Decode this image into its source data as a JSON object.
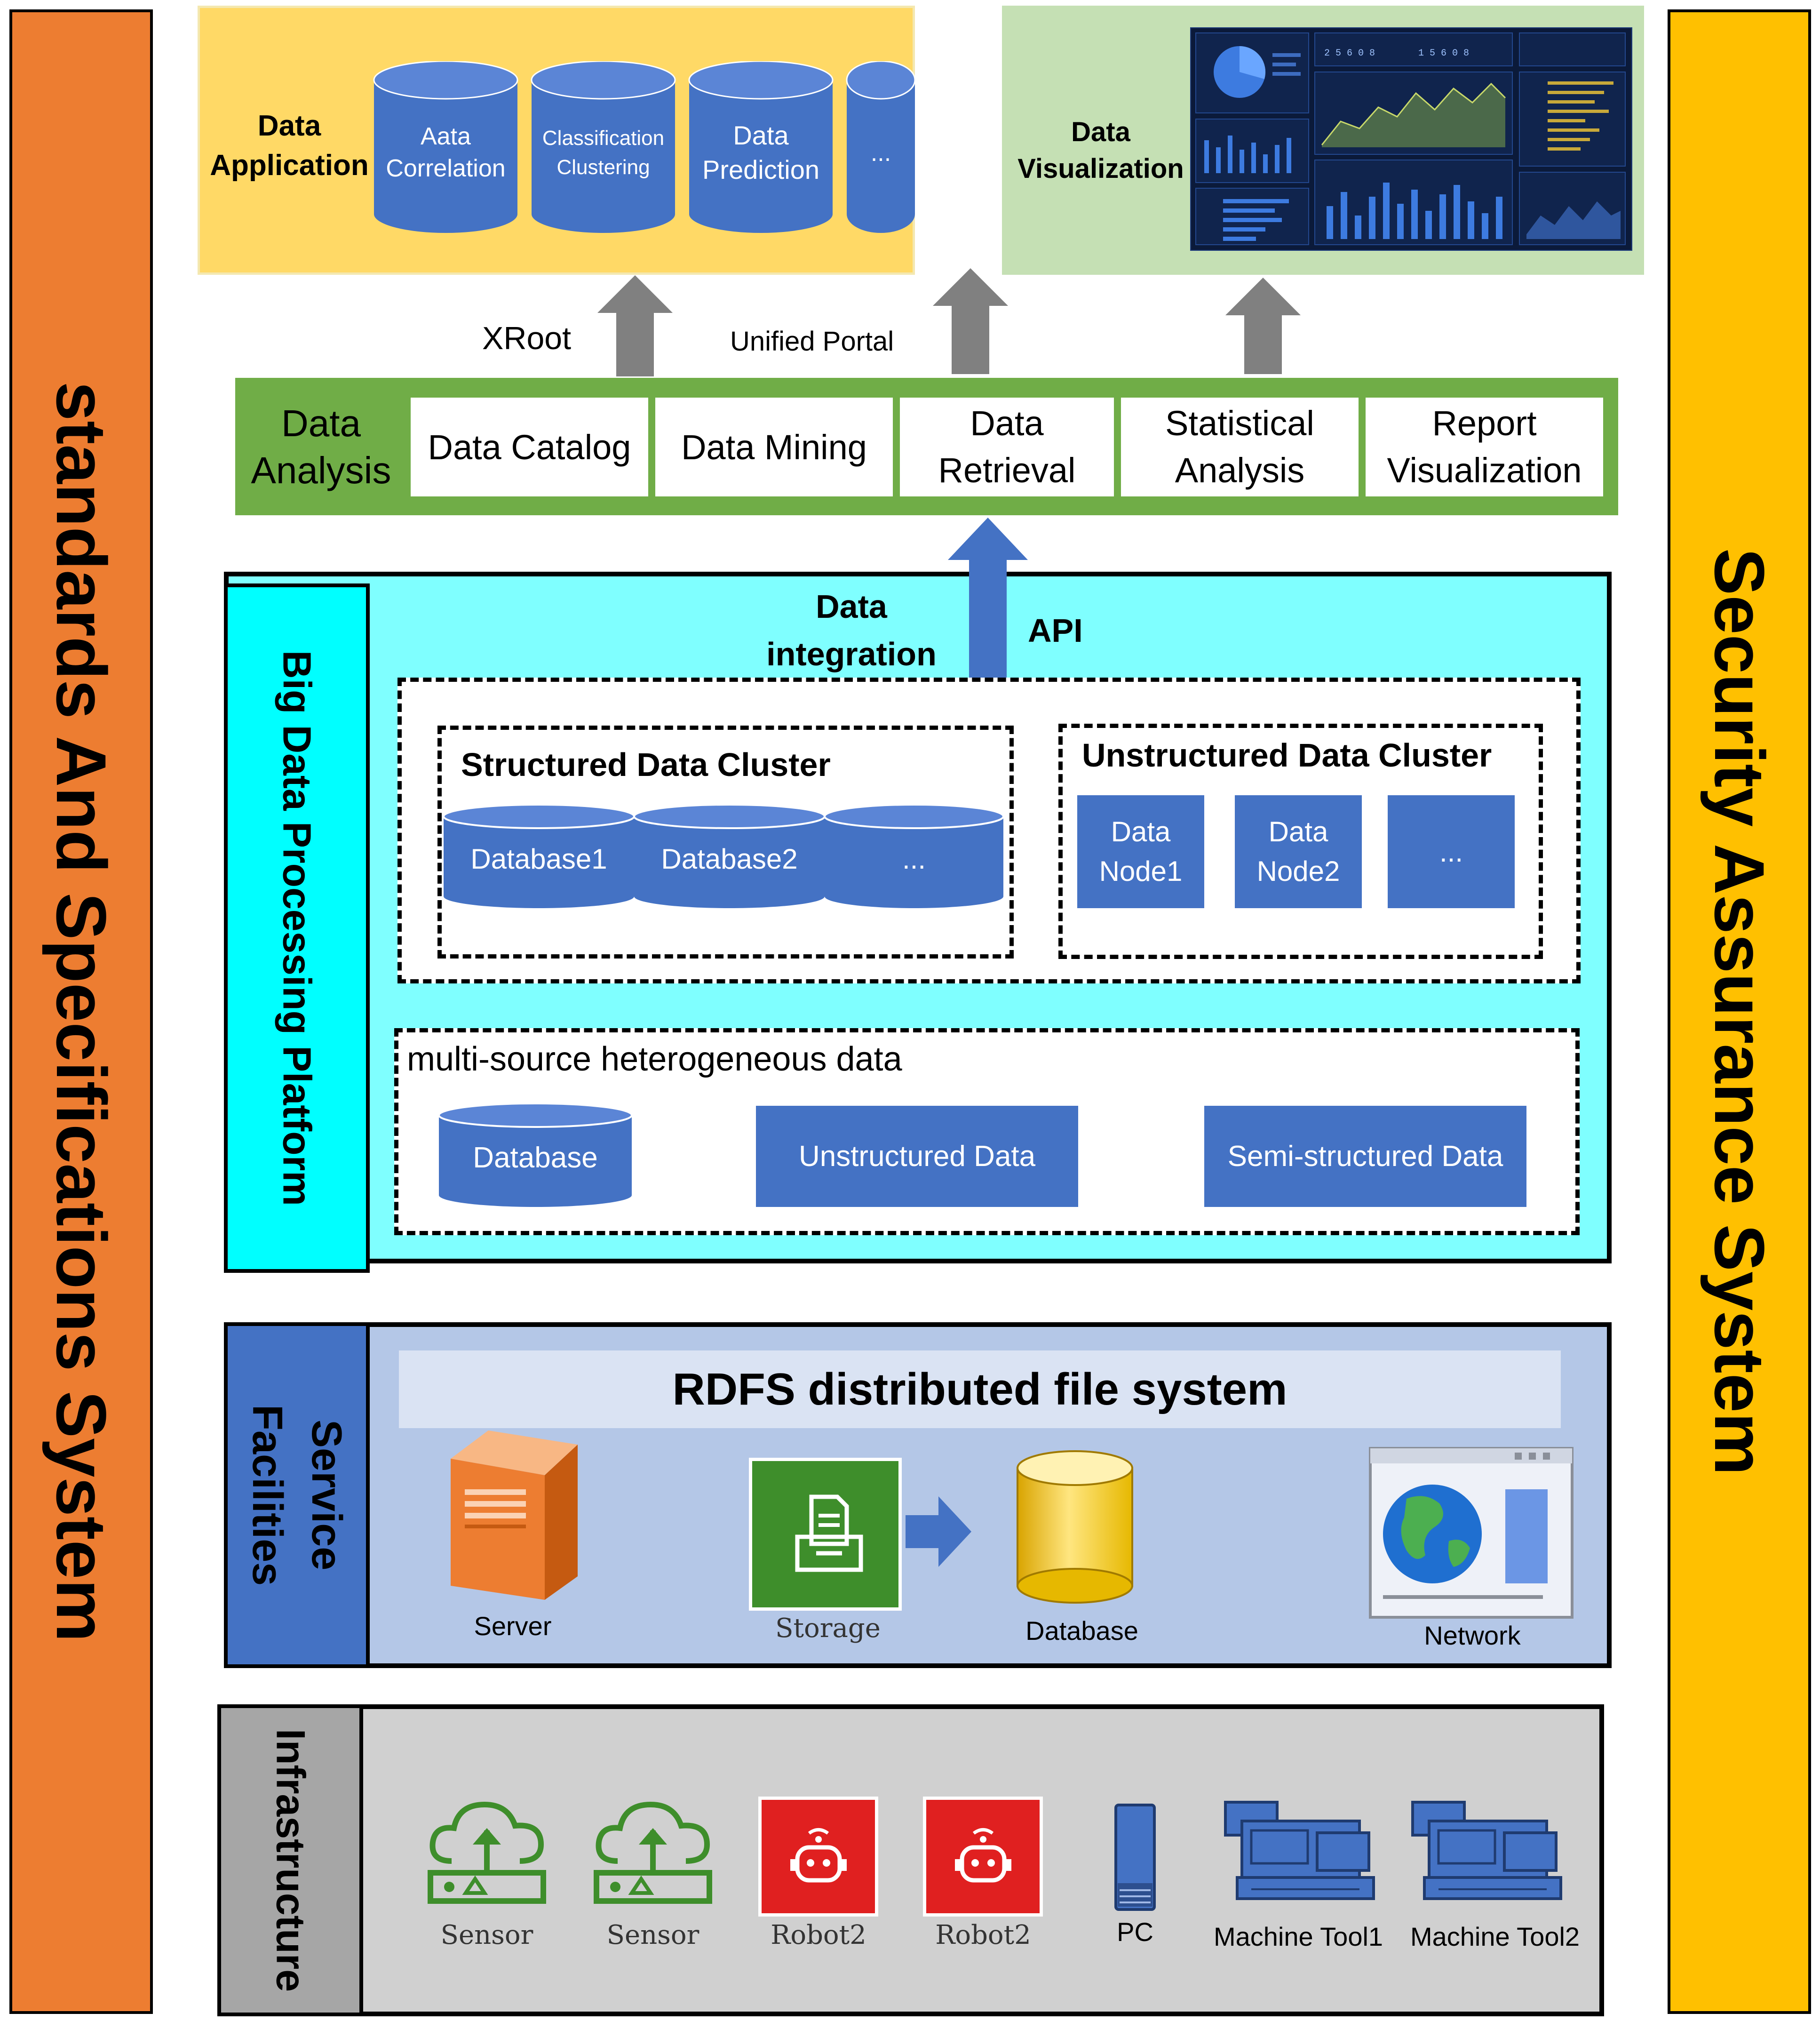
{
  "side": {
    "left_label": "standards And Specifications System",
    "right_label": "Security Assurance System"
  },
  "application": {
    "title": "Data Application",
    "cylinders": [
      "Aata Correlation",
      "Classification Clustering",
      "Data Prediction",
      "..."
    ]
  },
  "visualization": {
    "title": "Data Visualization",
    "dashboard_numbers": [
      "2 5 6 0 8",
      "1 5 6 0 8"
    ]
  },
  "connectors": {
    "xroot": "XRoot",
    "unified_portal": "Unified Portal",
    "data_integration": "Data integration",
    "api": "API"
  },
  "analysis": {
    "title": "Data Analysis",
    "items": [
      "Data Catalog",
      "Data Mining",
      "Data Retrieval",
      "Statistical Analysis",
      "Report Visualization"
    ]
  },
  "platform": {
    "title": "Big Data Processing Platform",
    "structured": {
      "title": "Structured Data Cluster",
      "items": [
        "Database1",
        "Database2",
        "..."
      ]
    },
    "unstructured": {
      "title": "Unstructured Data Cluster",
      "items": [
        "Data Node1",
        "Data Node2",
        "..."
      ]
    },
    "sources": {
      "title": "multi-source heterogeneous data",
      "items": [
        "Database",
        "Unstructured Data",
        "Semi-structured Data"
      ]
    }
  },
  "service": {
    "title": "Service Facilities",
    "banner": "RDFS distributed file system",
    "items": [
      "Server",
      "Storage",
      "Database",
      "Network"
    ]
  },
  "infrastructure": {
    "title": "Infrastructure",
    "items": [
      "Sensor",
      "Sensor",
      "Robot2",
      "Robot2",
      "PC",
      "Machine Tool1",
      "Machine Tool2"
    ]
  },
  "colors": {
    "orange": "#ed7d31",
    "gold": "#ffc000",
    "app_yellow": "#ffd966",
    "vis_green": "#c5e0b4",
    "analysis_green": "#70ad47",
    "cyan": "#7fffff",
    "cyan_label": "#00ffff",
    "service_blue": "#b4c7e7",
    "service_label": "#4472c4",
    "infra_gray": "#d0d0d0",
    "infra_label": "#a6a6a6",
    "box_blue": "#4472c4",
    "arrow_gray": "#808080"
  }
}
